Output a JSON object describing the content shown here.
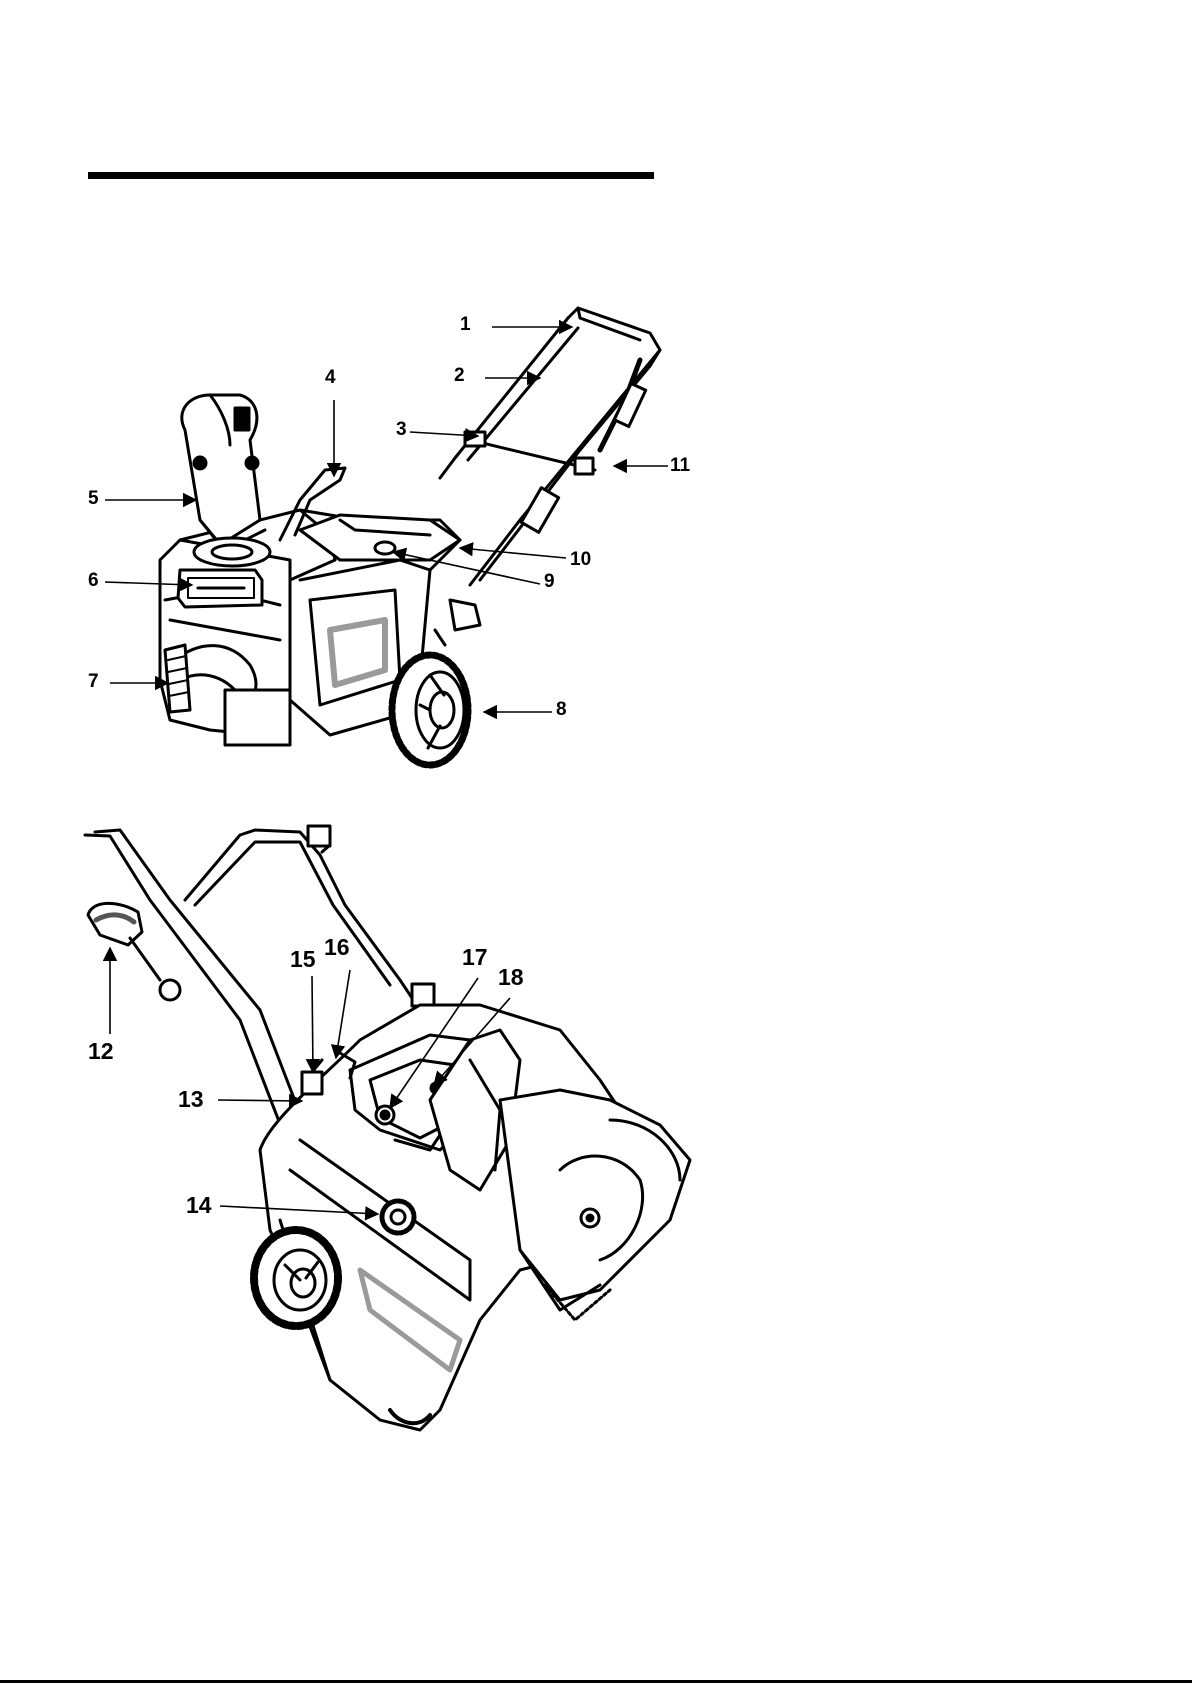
{
  "figures": {
    "top_view": {
      "callouts": [
        "1",
        "2",
        "3",
        "4",
        "5",
        "6",
        "7",
        "8",
        "9",
        "10",
        "11"
      ]
    },
    "bottom_view": {
      "callouts": [
        "12",
        "13",
        "14",
        "15",
        "16",
        "17",
        "18"
      ]
    }
  },
  "footer": {
    "mark": ""
  },
  "colors": {
    "ink": "#000000",
    "paper": "#ffffff",
    "shade": "#9a9a9a"
  }
}
